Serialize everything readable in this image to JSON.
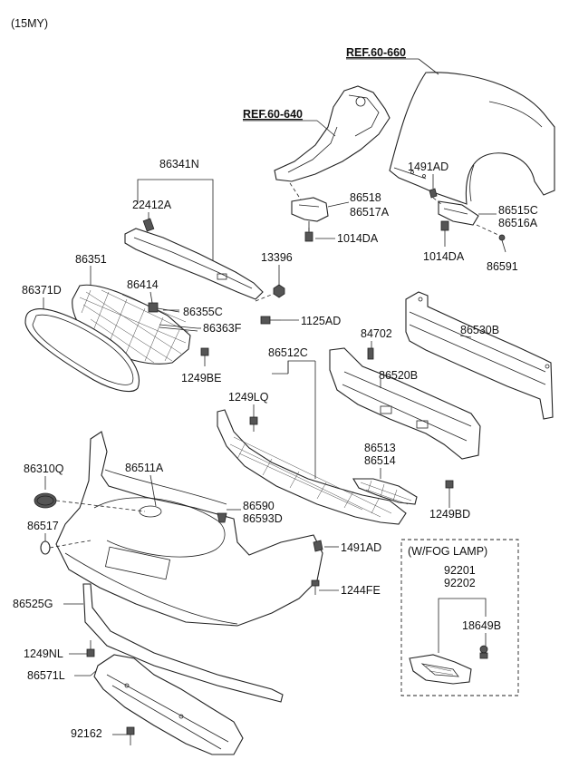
{
  "model_year": "(15MY)",
  "references": {
    "ref_660": "REF.60-660",
    "ref_640": "REF.60-640"
  },
  "fog_lamp_box_title": "(W/FOG LAMP)",
  "parts": {
    "p86341N": "86341N",
    "p22412A": "22412A",
    "p86518": "86518",
    "p86517A": "86517A",
    "p1014DA_a": "1014DA",
    "p1491AD_top": "1491AD",
    "p86515C": "86515C",
    "p86516A": "86516A",
    "p1014DA_b": "1014DA",
    "p86591": "86591",
    "p13396": "13396",
    "p86351": "86351",
    "p86414": "86414",
    "p86371D": "86371D",
    "p86355C": "86355C",
    "p86363F": "86363F",
    "p1125AD": "1125AD",
    "p84702": "84702",
    "p86530B": "86530B",
    "p86512C": "86512C",
    "p1249BE": "1249BE",
    "p86520B": "86520B",
    "p1249LQ": "1249LQ",
    "p86513": "86513",
    "p86514": "86514",
    "p86310Q": "86310Q",
    "p86511A": "86511A",
    "p1249BD": "1249BD",
    "p86590": "86590",
    "p86593D": "86593D",
    "p86517": "86517",
    "p1491AD_bottom": "1491AD",
    "p92201": "92201",
    "p92202": "92202",
    "p86525G": "86525G",
    "p1244FE": "1244FE",
    "p18649B": "18649B",
    "p1249NL": "1249NL",
    "p86571L": "86571L",
    "p92162": "92162"
  }
}
